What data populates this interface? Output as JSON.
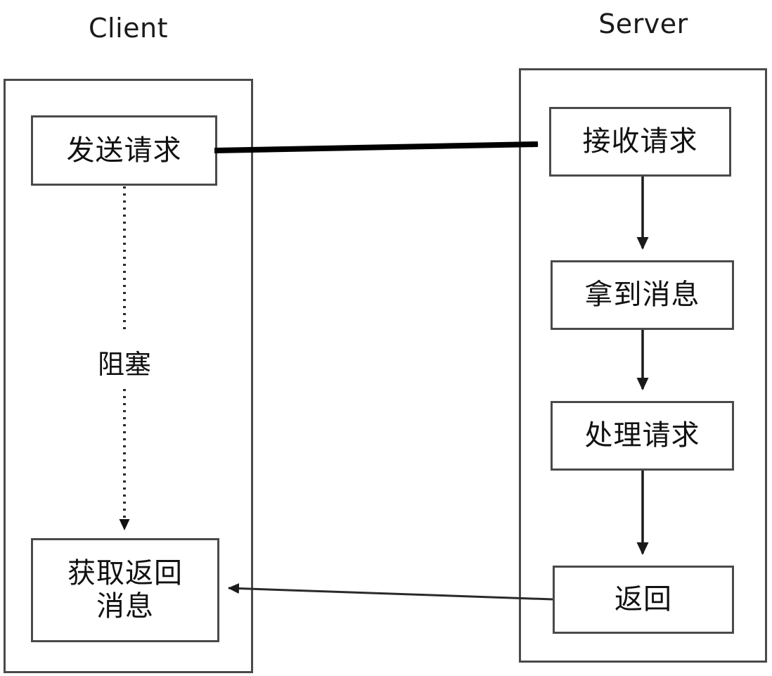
{
  "diagram": {
    "title_client": "Client",
    "title_server": "Server",
    "colors": {
      "stroke": "#4a4a4a",
      "arrow_strong": "#000000",
      "arrow_thin": "#333333",
      "text": "#111111",
      "background": "#ffffff"
    }
  },
  "client": {
    "lane_label": "Client",
    "nodes": [
      {
        "id": "send-request",
        "label": "发送请求",
        "lines": [
          "发送请求"
        ]
      },
      {
        "id": "get-response",
        "label": "获取返回消息",
        "lines": [
          "获取返回",
          "消息"
        ]
      }
    ],
    "blocking_label": "阻塞"
  },
  "server": {
    "lane_label": "Server",
    "nodes": [
      {
        "id": "receive-request",
        "label": "接收请求",
        "lines": [
          "接收请求"
        ]
      },
      {
        "id": "get-message",
        "label": "拿到消息",
        "lines": [
          "拿到消息"
        ]
      },
      {
        "id": "process-request",
        "label": "处理请求",
        "lines": [
          "处理请求"
        ]
      },
      {
        "id": "return",
        "label": "返回",
        "lines": [
          "返回"
        ]
      }
    ]
  },
  "connectors": [
    {
      "id": "request-arrow",
      "from": "send-request",
      "to": "receive-request",
      "style": "thick-solid",
      "direction": "right"
    },
    {
      "id": "blocking-arrow",
      "from": "send-request",
      "to": "get-response",
      "style": "dotted",
      "direction": "down",
      "label": "阻塞"
    },
    {
      "id": "receive-to-message",
      "from": "receive-request",
      "to": "get-message",
      "style": "thin-solid",
      "direction": "down"
    },
    {
      "id": "message-to-process",
      "from": "get-message",
      "to": "process-request",
      "style": "thin-solid",
      "direction": "down"
    },
    {
      "id": "process-to-return",
      "from": "process-request",
      "to": "return",
      "style": "thin-solid",
      "direction": "down"
    },
    {
      "id": "response-arrow",
      "from": "return",
      "to": "get-response",
      "style": "thin-solid",
      "direction": "left"
    }
  ]
}
